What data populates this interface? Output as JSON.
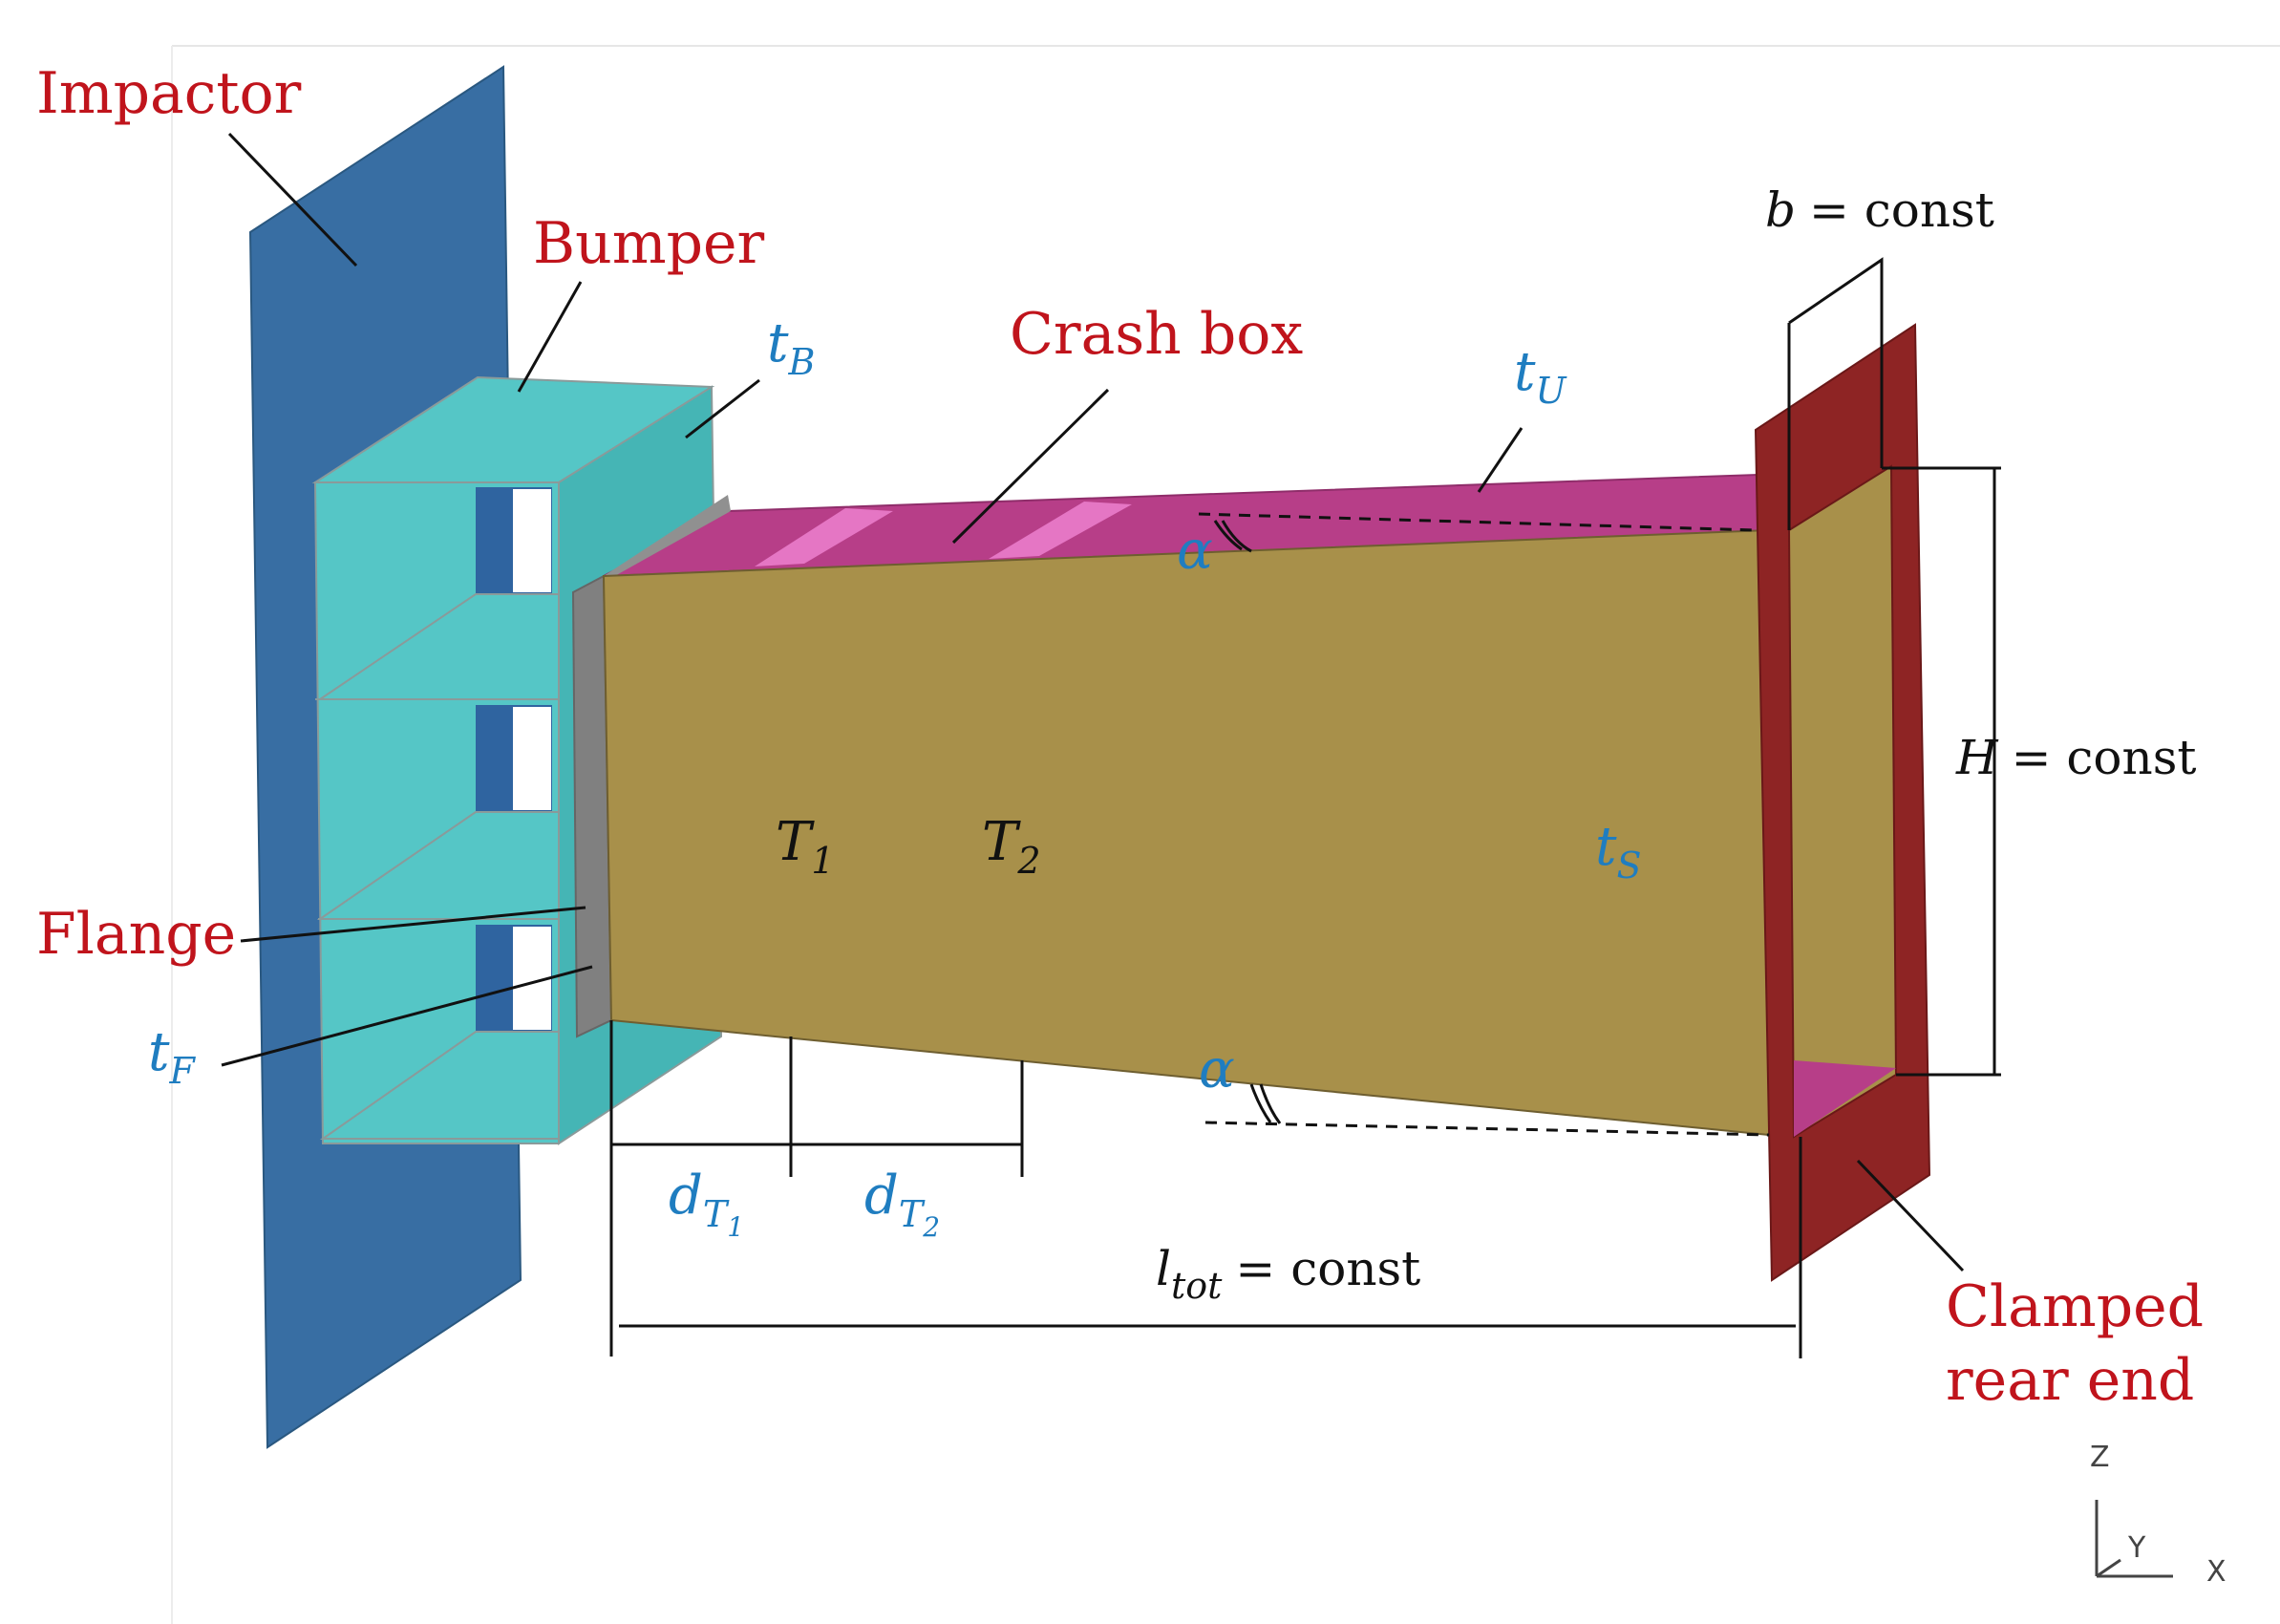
{
  "labels": {
    "impactor": "Impactor",
    "bumper": "Bumper",
    "crash_box": "Crash box",
    "flange": "Flange",
    "clamped_line1": "Clamped",
    "clamped_line2": "rear end"
  },
  "symbols": {
    "t_B": {
      "main": "t",
      "sub": "B"
    },
    "t_U": {
      "main": "t",
      "sub": "U"
    },
    "t_F": {
      "main": "t",
      "sub": "F"
    },
    "t_S": {
      "main": "t",
      "sub": "S"
    },
    "T1": {
      "main": "T",
      "sub": "1"
    },
    "T2": {
      "main": "T",
      "sub": "2"
    },
    "d_T1": {
      "main": "d",
      "sub": "T",
      "subsub": "1"
    },
    "d_T2": {
      "main": "d",
      "sub": "T",
      "subsub": "2"
    },
    "alpha_top": "α",
    "alpha_bottom": "α"
  },
  "equations": {
    "b": {
      "var": "b",
      "rhs": "= const"
    },
    "H": {
      "var": "H",
      "rhs": "= const"
    },
    "l_tot": {
      "var": "l",
      "sub": "tot",
      "rhs": "= const"
    }
  },
  "axes": {
    "z": "Z",
    "y": "Y",
    "x": "X"
  },
  "colors": {
    "impactor": "#386ea3",
    "bumper_front": "#55c6c6",
    "bumper_side": "#45b5b5",
    "crash_box_side": "#a8904a",
    "crash_box_top": "#b73e88",
    "trigger": "#e576c4",
    "rear_plate": "#8e2424",
    "label_red": "#c0141c",
    "symbol_blue": "#1f7dc0"
  }
}
